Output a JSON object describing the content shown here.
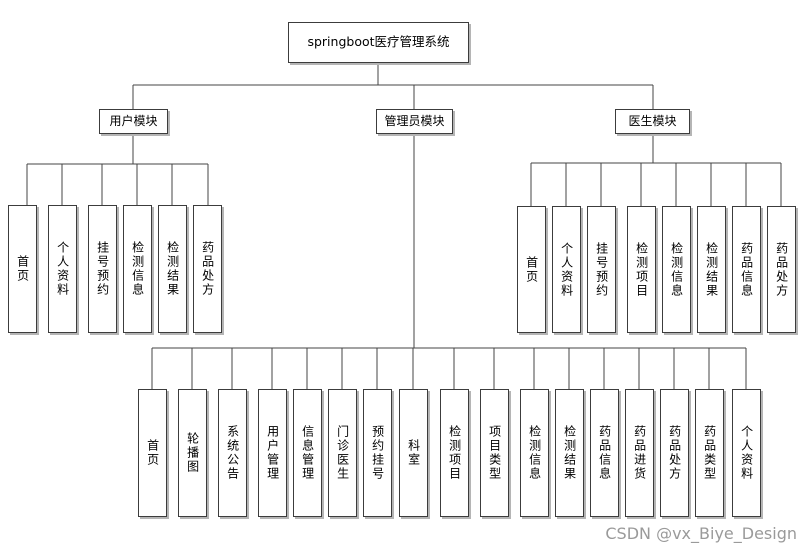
{
  "root": {
    "label": "springboot医疗管理系统"
  },
  "modules": {
    "user": {
      "label": "用户模块",
      "children": [
        "首页",
        "个人资料",
        "挂号预约",
        "检测信息",
        "检测结果",
        "药品处方"
      ]
    },
    "admin": {
      "label": "管理员模块",
      "children": [
        "首页",
        "轮播图",
        "系统公告",
        "用户管理",
        "信息管理",
        "门诊医生",
        "预约挂号",
        "科室",
        "检测项目",
        "项目类型",
        "检测信息",
        "检测结果",
        "药品信息",
        "药品进货",
        "药品处方",
        "药品类型",
        "个人资料"
      ]
    },
    "doctor": {
      "label": "医生模块",
      "children": [
        "首页",
        "个人资料",
        "挂号预约",
        "检测项目",
        "检测信息",
        "检测结果",
        "药品信息",
        "药品处方"
      ]
    }
  },
  "watermark": "CSDN @vx_Biye_Design"
}
